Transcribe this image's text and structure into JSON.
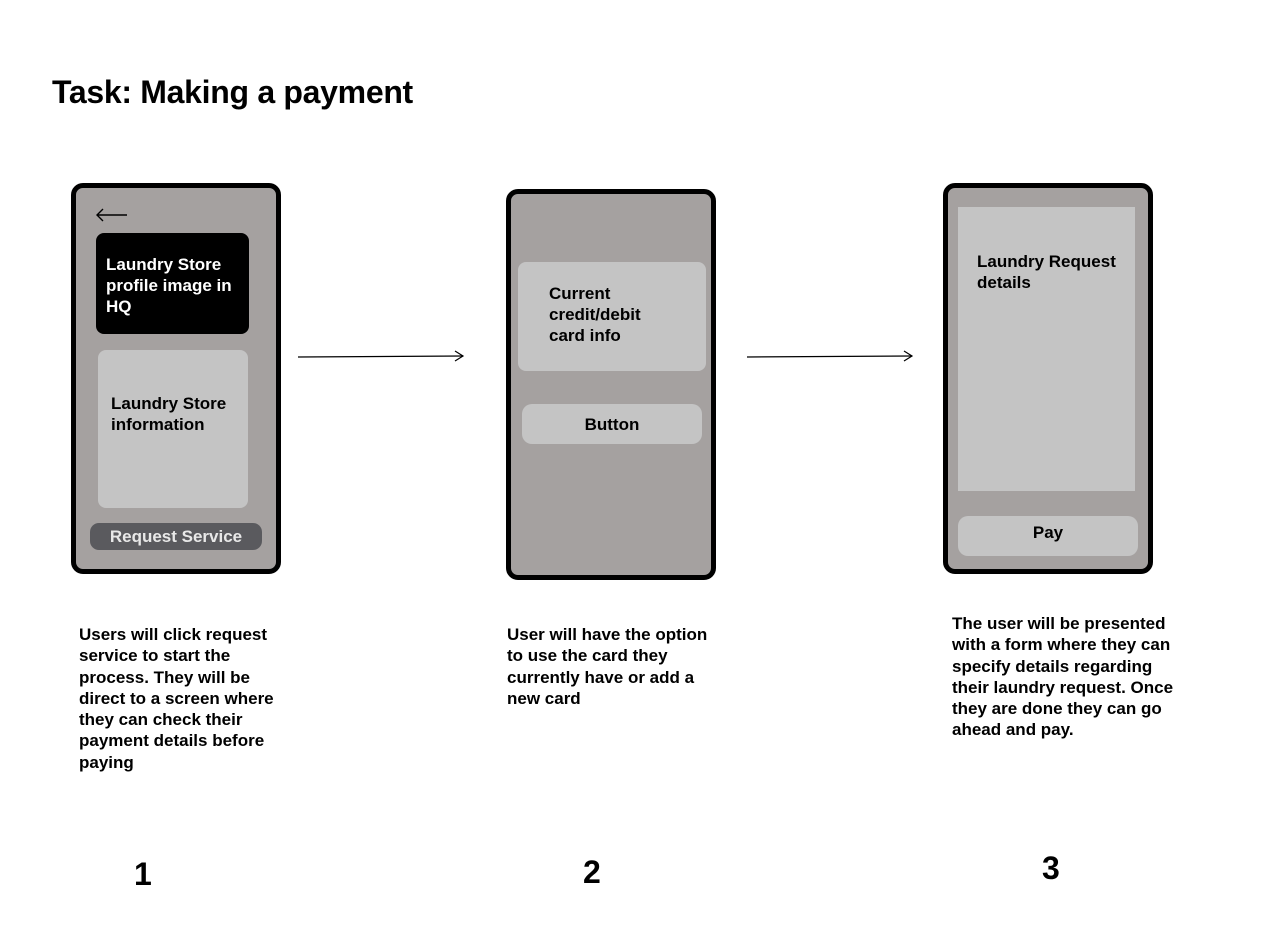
{
  "title": "Task: Making a payment",
  "screens": [
    {
      "back_icon": "left-arrow-icon",
      "profile_image_label": "Laundry Store profile image in HQ",
      "info_label": "Laundry Store information",
      "button_label": "Request Service"
    },
    {
      "card_info_label": "Current credit/debit card info",
      "button_label": "Button"
    },
    {
      "details_label": "Laundry Request details",
      "button_label": "Pay"
    }
  ],
  "descriptions": [
    "Users will click request service to start the process. They will be direct to a screen where they can check their payment details before paying",
    "User will have the option to use the card they currently have or add a new card",
    "The user will be presented with a form where they can specify details regarding their laundry request. Once they are done they can go ahead and pay."
  ],
  "steps": [
    "1",
    "2",
    "3"
  ],
  "colors": {
    "phone_background": "#a5a1a0",
    "phone_border": "#000000",
    "panel": "#c4c4c4",
    "image_placeholder": "#000000",
    "primary_button": "#5a5a5e"
  }
}
